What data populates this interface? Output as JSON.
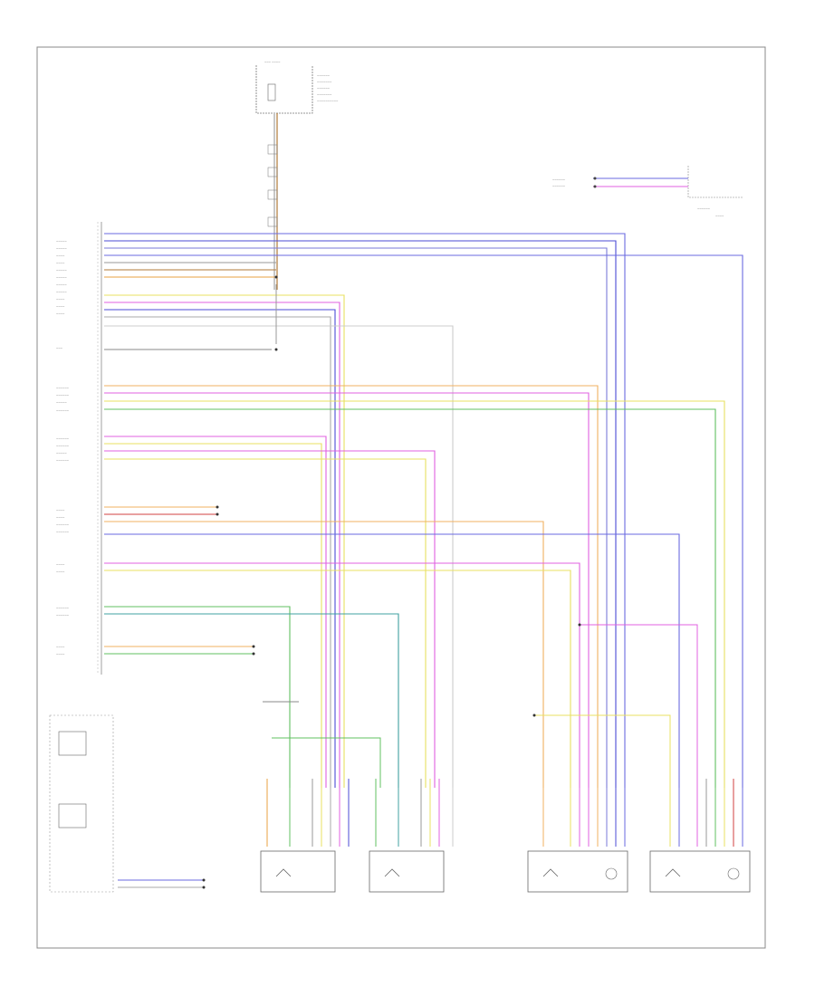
{
  "diagram": {
    "footer_code": "",
    "wires": [
      {
        "name": "hot-at-all-times",
        "color": "#b07a3a"
      },
      {
        "name": "wire-1",
        "color": "#4b4bd6"
      },
      {
        "name": "wire-2",
        "color": "#6a6ae0"
      },
      {
        "name": "wire-3",
        "color": "#7a7ad8"
      },
      {
        "name": "wire-4",
        "color": "#e8e060"
      },
      {
        "name": "wire-5",
        "color": "#f0b060"
      },
      {
        "name": "wire-6",
        "color": "#e060e0"
      },
      {
        "name": "wire-7",
        "color": "#60c060"
      },
      {
        "name": "wire-8",
        "color": "#d04040"
      },
      {
        "name": "wire-9",
        "color": "#40a0a0"
      }
    ],
    "components": [
      {
        "id": "fuse-box",
        "icon": "fuse-block-icon"
      },
      {
        "id": "control-module",
        "icon": "module-connector-icon"
      },
      {
        "id": "seat-1",
        "icon": "seat-motor-icon"
      },
      {
        "id": "seat-2",
        "icon": "seat-motor-icon"
      },
      {
        "id": "seat-3",
        "icon": "seat-motor-icon"
      },
      {
        "id": "seat-4",
        "icon": "seat-motor-icon"
      },
      {
        "id": "legend-box",
        "icon": "legend-box-icon"
      }
    ]
  }
}
